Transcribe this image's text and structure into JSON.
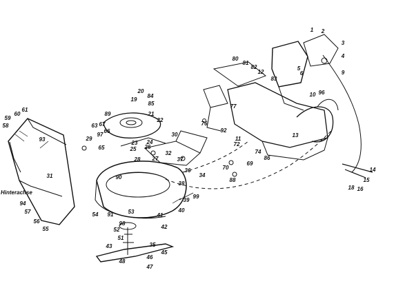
{
  "word_label": "Hinterachse",
  "part_numbers": [
    "1",
    "2",
    "3",
    "4",
    "5",
    "6",
    "9",
    "10",
    "11",
    "12",
    "13",
    "14",
    "15",
    "16",
    "18",
    "19",
    "20",
    "21",
    "22",
    "23",
    "24",
    "25",
    "26",
    "27",
    "28",
    "29",
    "30",
    "31",
    "32",
    "34",
    "35",
    "36",
    "37",
    "38",
    "39",
    "40",
    "41",
    "42",
    "43",
    "45",
    "46",
    "47",
    "48",
    "51",
    "52",
    "53",
    "54",
    "55",
    "56",
    "57",
    "58",
    "59",
    "60",
    "61",
    "63",
    "65",
    "66",
    "67",
    "69",
    "70",
    "72",
    "74",
    "76",
    "77",
    "80",
    "81",
    "82",
    "83",
    "84",
    "85",
    "86",
    "88",
    "89",
    "90",
    "91",
    "92",
    "93",
    "94",
    "96",
    "97",
    "98",
    "99"
  ],
  "colors": {
    "ink": "#111111",
    "paper": "#ffffff"
  }
}
